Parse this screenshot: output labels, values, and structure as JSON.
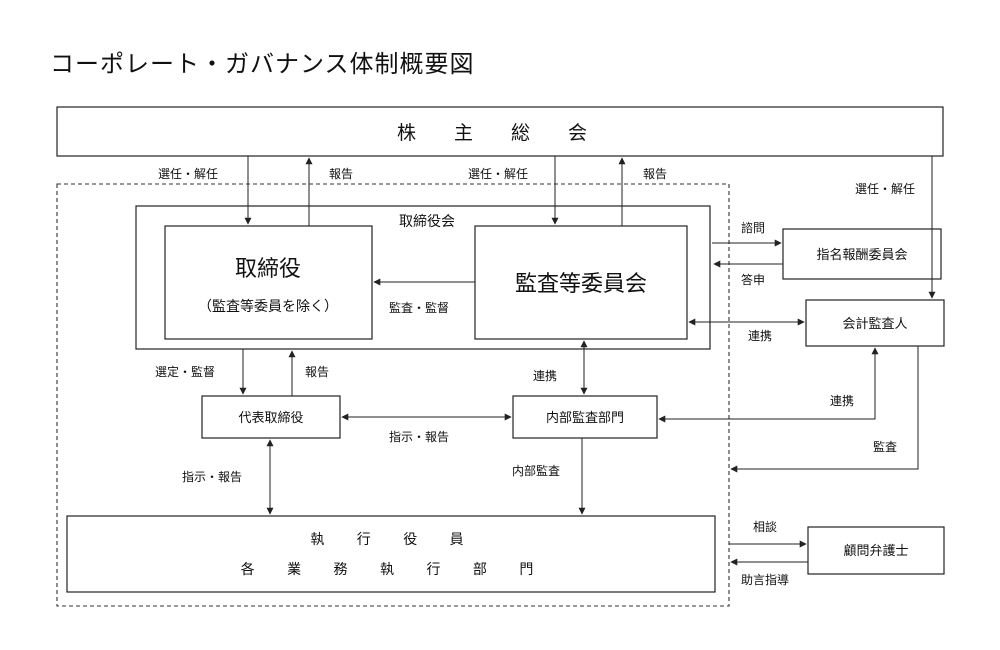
{
  "title": "コーポレート・ガバナンス体制概要図",
  "nodes": {
    "shareholders": "株 主 総 会",
    "board": "取締役会",
    "directors": "取締役",
    "directors_note": "（監査等委員を除く）",
    "audit_committee": "監査等委員会",
    "nomination": "指名報酬委員会",
    "accounting_auditor": "会計監査人",
    "representative": "代表取締役",
    "internal_audit": "内部監査部門",
    "officers_line1": "執 行 役 員",
    "officers_line2": "各 業 務 執 行 部 門",
    "lawyer": "顧問弁護士"
  },
  "edges": {
    "elect_dismiss_1": "選任・解任",
    "report_1": "報告",
    "elect_dismiss_2": "選任・解任",
    "report_2": "報告",
    "elect_dismiss_3": "選任・解任",
    "inquiry": "諮問",
    "answer": "答申",
    "audit_supervise": "監査・監督",
    "cooperate_1": "連携",
    "select_supervise": "選定・監督",
    "report_3": "報告",
    "cooperate_2": "連携",
    "cooperate_3": "連携",
    "instruct_report_1": "指示・報告",
    "instruct_report_2": "指示・報告",
    "internal_audit_edge": "内部監査",
    "audit": "監査",
    "consult": "相談",
    "advice": "助言指導"
  }
}
